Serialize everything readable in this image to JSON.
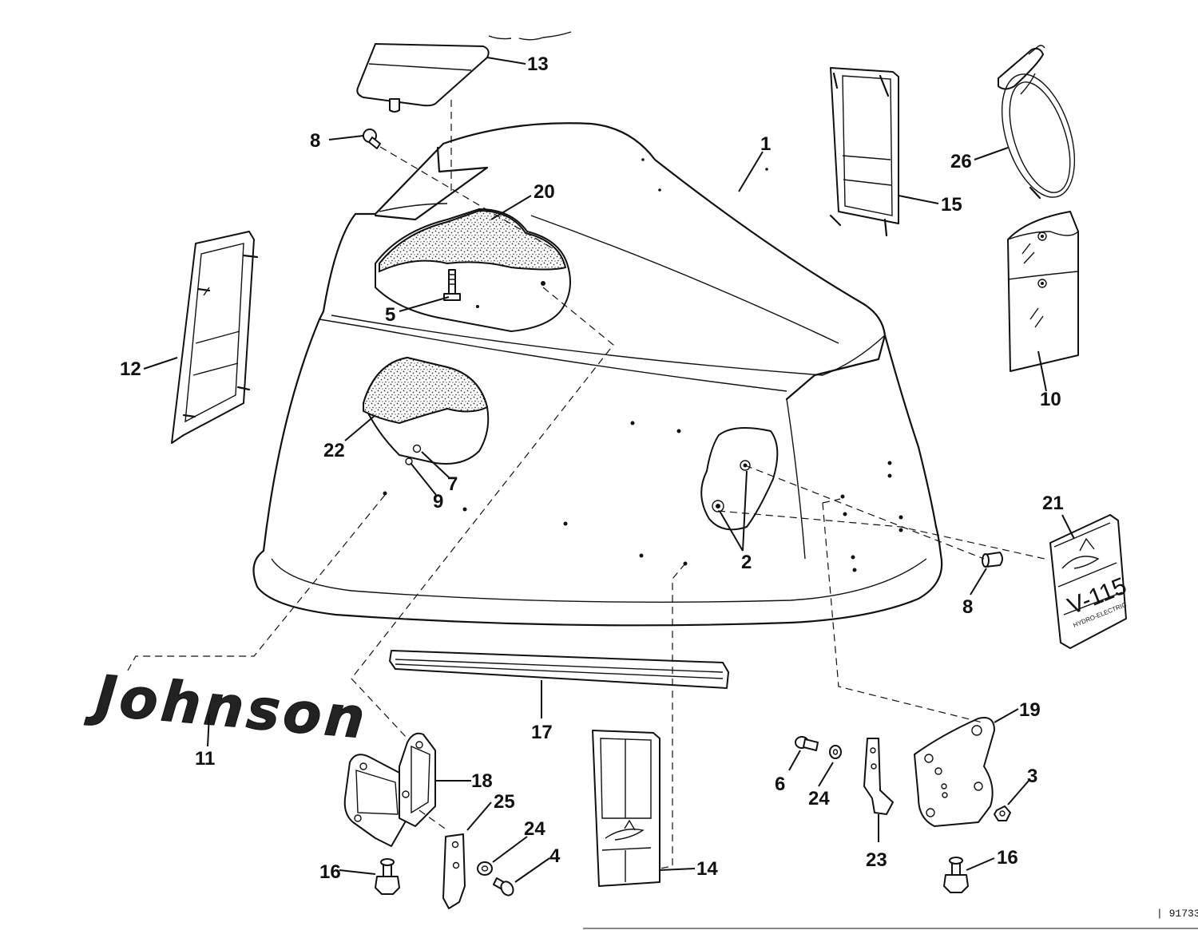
{
  "diagram": {
    "callouts": [
      {
        "id": "c1",
        "label": "1"
      },
      {
        "id": "c2",
        "label": "2"
      },
      {
        "id": "c3",
        "label": "3"
      },
      {
        "id": "c4",
        "label": "4"
      },
      {
        "id": "c5",
        "label": "5"
      },
      {
        "id": "c6",
        "label": "6"
      },
      {
        "id": "c7",
        "label": "7"
      },
      {
        "id": "c8a",
        "label": "8"
      },
      {
        "id": "c8b",
        "label": "8"
      },
      {
        "id": "c9",
        "label": "9"
      },
      {
        "id": "c10",
        "label": "10"
      },
      {
        "id": "c11",
        "label": "11"
      },
      {
        "id": "c12",
        "label": "12"
      },
      {
        "id": "c13",
        "label": "13"
      },
      {
        "id": "c14",
        "label": "14"
      },
      {
        "id": "c15",
        "label": "15"
      },
      {
        "id": "c16a",
        "label": "16"
      },
      {
        "id": "c16b",
        "label": "16"
      },
      {
        "id": "c17",
        "label": "17"
      },
      {
        "id": "c18",
        "label": "18"
      },
      {
        "id": "c19",
        "label": "19"
      },
      {
        "id": "c20",
        "label": "20"
      },
      {
        "id": "c21",
        "label": "21"
      },
      {
        "id": "c22",
        "label": "22"
      },
      {
        "id": "c23",
        "label": "23"
      },
      {
        "id": "c24a",
        "label": "24"
      },
      {
        "id": "c24b",
        "label": "24"
      },
      {
        "id": "c25",
        "label": "25"
      },
      {
        "id": "c26",
        "label": "26"
      }
    ],
    "brand_logo_text": "Johnson",
    "decal": {
      "model": "V-115",
      "subtitle": "HYDRO-ELECTRIC"
    },
    "catalog_number": "| 91733"
  }
}
